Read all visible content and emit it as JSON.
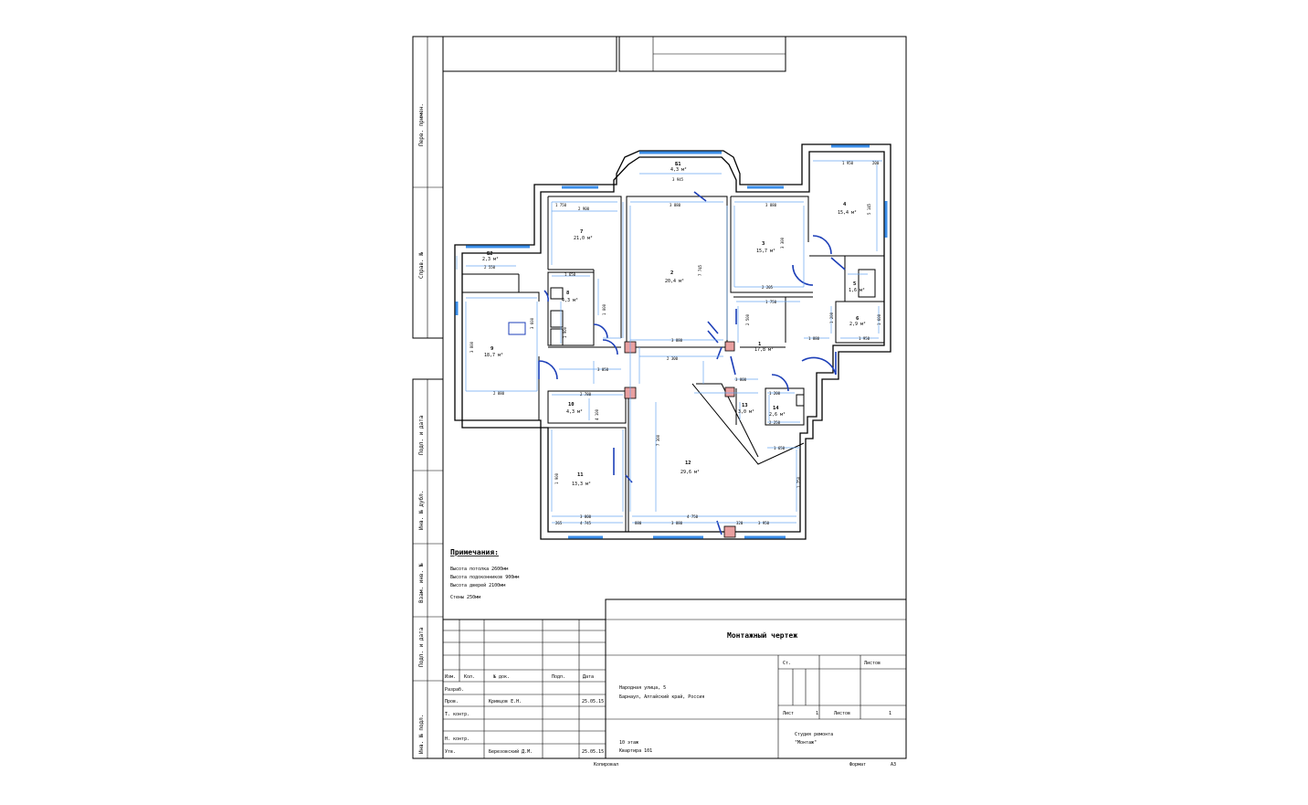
{
  "drawing": {
    "title": "Монтажный чертеж",
    "notes": {
      "heading": "Примечания:",
      "lines": [
        "Высота потолка 2600мм",
        "Высота подоконников 900мм",
        "Высота дверей 2100мм",
        "Стены 250мм"
      ]
    },
    "address": {
      "line1": "Народная улица, 5",
      "line2": "Барнаул, Алтайский край, Россия"
    },
    "floor": {
      "line1": "10 этаж",
      "line2": "Квартира 101"
    },
    "company": {
      "line1": "Студия ремонта",
      "line2": "\"Монтаж\""
    },
    "sheet_table": {
      "stage_label": "Ст.",
      "sheet_label": "Лист",
      "sheets_label": "Листов",
      "sheet_value": "1",
      "sheets_value": "1"
    },
    "stamp": {
      "headers": [
        "Изм.",
        "Кол.",
        "№ док.",
        "Подп.",
        "Дата"
      ],
      "rows": [
        {
          "role": "Разраб.",
          "name": "",
          "date": ""
        },
        {
          "role": "Пров.",
          "name": "Кривцов Е.Н.",
          "date": "25.05.15"
        },
        {
          "role": "Т. контр.",
          "name": "",
          "date": ""
        },
        {
          "role": "Н. контр.",
          "name": "",
          "date": ""
        },
        {
          "role": "Утв.",
          "name": "Березовский Д.М.",
          "date": "25.05.15"
        }
      ]
    },
    "footer": {
      "copied": "Копировал",
      "format": "Формат",
      "format_value": "A3"
    },
    "side_strip": [
      "Инв. № подл.",
      "Подп. и дата",
      "Взам. инв. №",
      "Инв. № дубл.",
      "Подп. и дата",
      "Справ. №",
      "Перв. примен."
    ]
  },
  "rooms": [
    {
      "id": "1",
      "area": "17,8 м²"
    },
    {
      "id": "2",
      "area": "20,4 м²"
    },
    {
      "id": "3",
      "area": "15,7 м²"
    },
    {
      "id": "4",
      "area": "15,4 м²"
    },
    {
      "id": "5",
      "area": "1,6 м²"
    },
    {
      "id": "6",
      "area": "2,9 м²"
    },
    {
      "id": "7",
      "area": "21,0 м²"
    },
    {
      "id": "8",
      "area": "4,3 м²"
    },
    {
      "id": "9",
      "area": "18,7 м²"
    },
    {
      "id": "10",
      "area": "4,3 м²"
    },
    {
      "id": "11",
      "area": "13,3 м²"
    },
    {
      "id": "12",
      "area": "29,6 м²"
    },
    {
      "id": "13",
      "area": "3,0 м²"
    },
    {
      "id": "14",
      "area": "2,6 м²"
    },
    {
      "id": "Б1",
      "area": "4,3 м²"
    },
    {
      "id": "Б2",
      "area": "2,3 м²"
    }
  ],
  "dimensions": {
    "h": [
      "2 900",
      "3 945",
      "3 880",
      "3 880",
      "2 205",
      "1 650",
      "3 880",
      "1 950",
      "2 550",
      "2 880",
      "2 780",
      "3 800",
      "2 300",
      "1 750",
      "3 050",
      "3 880",
      "1 950",
      "3 950",
      "1 880",
      "4 750",
      "1 650",
      "3 800",
      "2 250",
      "4 745",
      "1 200",
      "880",
      "265",
      "320",
      "200",
      "1 750"
    ],
    "v": [
      "5 145",
      "7 745",
      "3 300",
      "3 800",
      "1 900",
      "1 750",
      "7 300",
      "4 100",
      "1 000",
      "2 500",
      "1 200",
      "1 600",
      "1 900",
      "3 600"
    ]
  },
  "colors": {
    "walls": "#000000",
    "dimensions": "#6aa6f0",
    "windows": "#3b8ee8",
    "doors": "#1d3fb8",
    "columns": "#e9a0a0"
  }
}
